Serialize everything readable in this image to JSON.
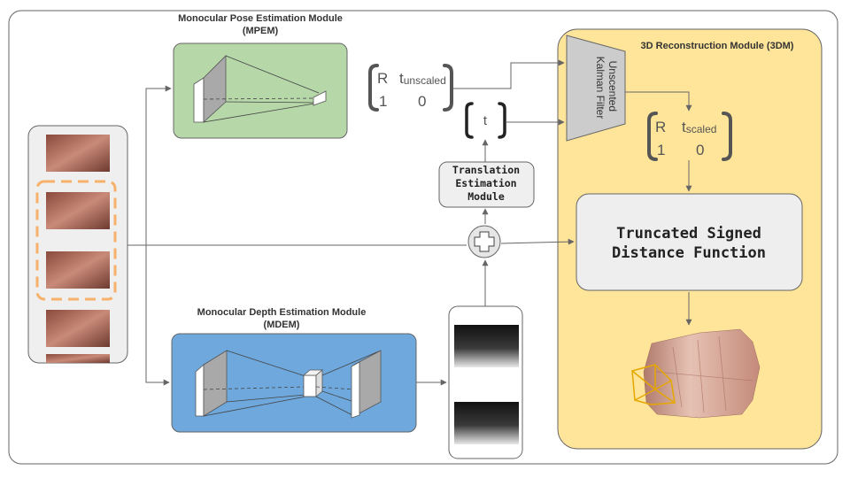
{
  "mpem": {
    "title_line1": "Monocular Pose Estimation Module",
    "title_line2": "(MPEM)",
    "color": "#b6d7a8"
  },
  "mdem": {
    "title_line1": "Monocular Depth Estimation Module",
    "title_line2": "(MDEM)",
    "color": "#6fa8dc"
  },
  "dm3": {
    "title": "3D Reconstruction Module (3DM)",
    "color": "#ffe599",
    "kalman_line1": "Unscented",
    "kalman_line2": "Kalman Filter",
    "tsdf_line1": "Truncated Signed",
    "tsdf_line2": "Distance Function"
  },
  "tem": {
    "line1": "Translation",
    "line2": "Estimation",
    "line3": "Module"
  },
  "pose_unscaled": {
    "r": "R",
    "t": "t",
    "t_sub": "unscaled",
    "one": "1",
    "zero": "0"
  },
  "pose_scaled": {
    "r": "R",
    "t": "t",
    "t_sub": "scaled",
    "one": "1",
    "zero": "0"
  },
  "translation_vector": "t",
  "colors": {
    "accent_orange": "#f6b26b",
    "frame_gray": "#efefef",
    "arrow": "#666666"
  }
}
